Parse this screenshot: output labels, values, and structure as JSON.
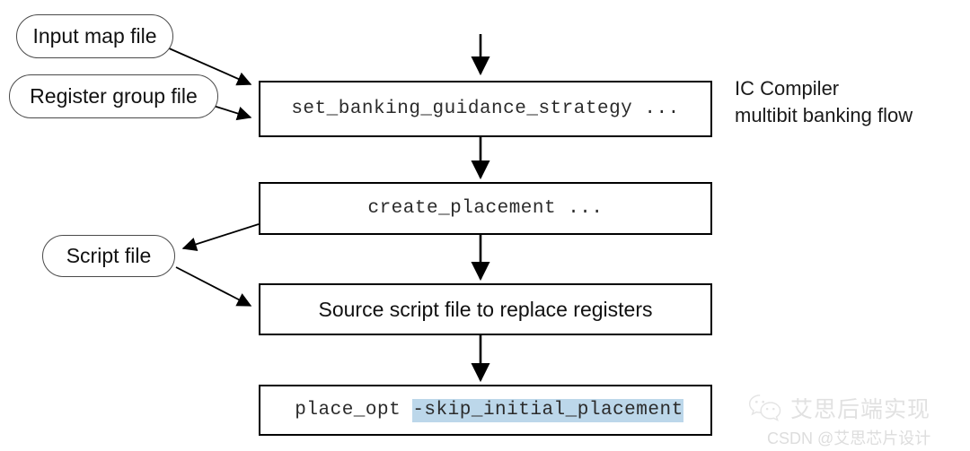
{
  "diagram": {
    "caption": "IC Compiler\nmultibit banking flow",
    "inputs": [
      {
        "id": "input-map-file",
        "label": "Input map file"
      },
      {
        "id": "register-group-file",
        "label": "Register group file"
      },
      {
        "id": "script-file",
        "label": "Script file"
      }
    ],
    "steps": [
      {
        "id": "set-banking-guidance-strategy",
        "label": "set_banking_guidance_strategy ...",
        "font": "mono",
        "highlight": ""
      },
      {
        "id": "create-placement",
        "label": "create_placement ...",
        "font": "mono",
        "highlight": ""
      },
      {
        "id": "source-script-file",
        "label": "Source script file to replace registers",
        "font": "sans",
        "highlight": ""
      },
      {
        "id": "place-opt",
        "label": "place_opt ",
        "font": "mono",
        "highlight": "-skip_initial_placement"
      }
    ]
  },
  "watermark": {
    "icon": "wechat-icon",
    "title": "艾思后端实现",
    "subtitle": "CSDN @艾思芯片设计"
  },
  "colors": {
    "highlight": "#bcd7ea",
    "stroke": "#000000",
    "pill_stroke": "#4a4a4a",
    "text": "#111111",
    "mono_text": "#2b2b2b",
    "watermark_text": "#c9c9c9"
  }
}
